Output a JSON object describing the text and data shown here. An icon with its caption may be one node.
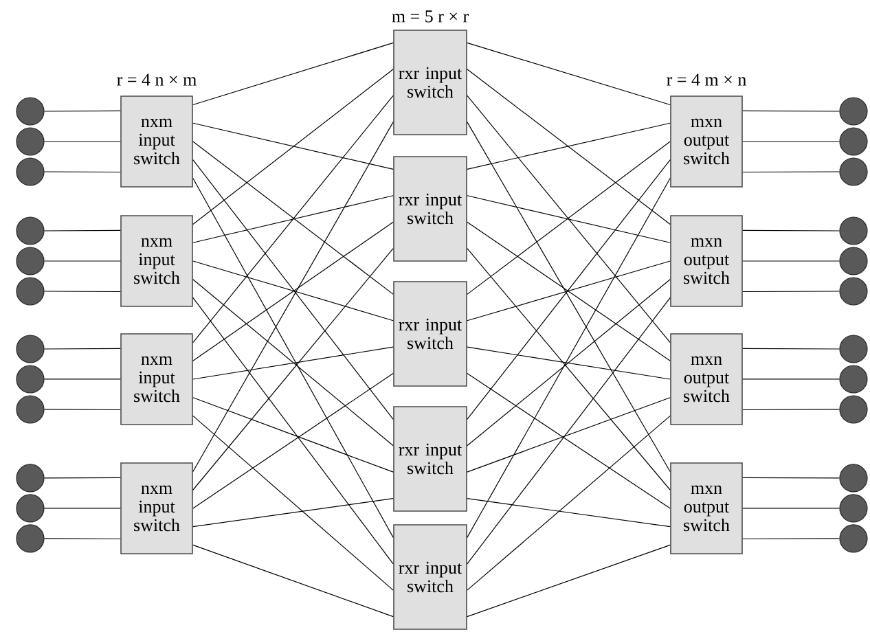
{
  "diagram": {
    "nodes": [
      {
        "text": [],
        "shape": "circle"
      },
      {
        "text": [],
        "shape": "circle"
      },
      {
        "text": [],
        "shape": "circle"
      },
      {
        "text": [],
        "shape": "circle"
      },
      {
        "text": [],
        "shape": "circle"
      },
      {
        "text": [],
        "shape": "circle"
      },
      {
        "text": [],
        "shape": "circle"
      },
      {
        "text": [],
        "shape": "circle"
      },
      {
        "text": [],
        "shape": "circle"
      },
      {
        "text": [],
        "shape": "circle"
      },
      {
        "text": [],
        "shape": "circle"
      },
      {
        "text": [],
        "shape": "circle"
      },
      {
        "text": [
          "nxm input switch"
        ]
      },
      {
        "text": [
          "nxm input switch"
        ]
      },
      {
        "text": [
          "nxm input switch"
        ]
      },
      {
        "text": [
          "nxm input switch"
        ]
      },
      {
        "text": [
          "rxr input switch"
        ]
      },
      {
        "text": [
          "rxr input switch"
        ]
      },
      {
        "text": [
          "rxr input switch"
        ]
      },
      {
        "text": [
          "rxr input switch"
        ]
      },
      {
        "text": [
          "rxr input switch"
        ]
      },
      {
        "text": [
          "mxn output switch"
        ]
      },
      {
        "text": [
          "mxn output switch"
        ]
      },
      {
        "text": [
          "mxn output switch"
        ]
      },
      {
        "text": [
          "mxn output switch"
        ]
      },
      {
        "text": [],
        "shape": "circle"
      },
      {
        "text": [],
        "shape": "circle"
      },
      {
        "text": [],
        "shape": "circle"
      },
      {
        "text": [],
        "shape": "circle"
      },
      {
        "text": [],
        "shape": "circle"
      },
      {
        "text": [],
        "shape": "circle"
      },
      {
        "text": [],
        "shape": "circle"
      },
      {
        "text": [],
        "shape": "circle"
      },
      {
        "text": [],
        "shape": "circle"
      },
      {
        "text": [],
        "shape": "circle"
      },
      {
        "text": [],
        "shape": "circle"
      },
      {
        "text": [],
        "shape": "circle"
      }
    ],
    "edges": [
      {
        "from": 0,
        "to": 12,
        "arrow": "none"
      },
      {
        "from": 1,
        "to": 12,
        "arrow": "none"
      },
      {
        "from": 2,
        "to": 12,
        "arrow": "none"
      },
      {
        "from": 3,
        "to": 13,
        "arrow": "none"
      },
      {
        "from": 4,
        "to": 13,
        "arrow": "none"
      },
      {
        "from": 5,
        "to": 13,
        "arrow": "none"
      },
      {
        "from": 6,
        "to": 14,
        "arrow": "none"
      },
      {
        "from": 7,
        "to": 14,
        "arrow": "none"
      },
      {
        "from": 8,
        "to": 14,
        "arrow": "none"
      },
      {
        "from": 9,
        "to": 15,
        "arrow": "none"
      },
      {
        "from": 10,
        "to": 15,
        "arrow": "none"
      },
      {
        "from": 11,
        "to": 15,
        "arrow": "none"
      },
      {
        "from": 12,
        "to": 16,
        "arrow": "none"
      },
      {
        "from": 12,
        "to": 17,
        "arrow": "none"
      },
      {
        "from": 12,
        "to": 18,
        "arrow": "none"
      },
      {
        "from": 12,
        "to": 19,
        "arrow": "none"
      },
      {
        "from": 12,
        "to": 20,
        "arrow": "none"
      },
      {
        "from": 13,
        "to": 16,
        "arrow": "none"
      },
      {
        "from": 13,
        "to": 17,
        "arrow": "none"
      },
      {
        "from": 13,
        "to": 18,
        "arrow": "none"
      },
      {
        "from": 13,
        "to": 19,
        "arrow": "none"
      },
      {
        "from": 13,
        "to": 20,
        "arrow": "none"
      },
      {
        "from": 14,
        "to": 16,
        "arrow": "none"
      },
      {
        "from": 14,
        "to": 17,
        "arrow": "none"
      },
      {
        "from": 14,
        "to": 18,
        "arrow": "none"
      },
      {
        "from": 14,
        "to": 19,
        "arrow": "none"
      },
      {
        "from": 14,
        "to": 20,
        "arrow": "none"
      },
      {
        "from": 15,
        "to": 16,
        "arrow": "none"
      },
      {
        "from": 15,
        "to": 17,
        "arrow": "none"
      },
      {
        "from": 15,
        "to": 18,
        "arrow": "none"
      },
      {
        "from": 15,
        "to": 19,
        "arrow": "none"
      },
      {
        "from": 15,
        "to": 20,
        "arrow": "none"
      },
      {
        "from": 16,
        "to": 21,
        "arrow": "none"
      },
      {
        "from": 16,
        "to": 22,
        "arrow": "none"
      },
      {
        "from": 16,
        "to": 23,
        "arrow": "none"
      },
      {
        "from": 16,
        "to": 24,
        "arrow": "none"
      },
      {
        "from": 17,
        "to": 21,
        "arrow": "none"
      },
      {
        "from": 17,
        "to": 22,
        "arrow": "none"
      },
      {
        "from": 17,
        "to": 23,
        "arrow": "none"
      },
      {
        "from": 17,
        "to": 24,
        "arrow": "none"
      },
      {
        "from": 18,
        "to": 21,
        "arrow": "none"
      },
      {
        "from": 18,
        "to": 22,
        "arrow": "none"
      },
      {
        "from": 18,
        "to": 23,
        "arrow": "none"
      },
      {
        "from": 18,
        "to": 24,
        "arrow": "none"
      },
      {
        "from": 19,
        "to": 21,
        "arrow": "none"
      },
      {
        "from": 19,
        "to": 22,
        "arrow": "none"
      },
      {
        "from": 19,
        "to": 23,
        "arrow": "none"
      },
      {
        "from": 19,
        "to": 24,
        "arrow": "none"
      },
      {
        "from": 20,
        "to": 21,
        "arrow": "none"
      },
      {
        "from": 20,
        "to": 22,
        "arrow": "none"
      },
      {
        "from": 20,
        "to": 23,
        "arrow": "none"
      },
      {
        "from": 20,
        "to": 24,
        "arrow": "none"
      },
      {
        "from": 21,
        "to": 25,
        "arrow": "none"
      },
      {
        "from": 21,
        "to": 26,
        "arrow": "none"
      },
      {
        "from": 21,
        "to": 27,
        "arrow": "none"
      },
      {
        "from": 22,
        "to": 28,
        "arrow": "none"
      },
      {
        "from": 22,
        "to": 29,
        "arrow": "none"
      },
      {
        "from": 22,
        "to": 30,
        "arrow": "none"
      },
      {
        "from": 23,
        "to": 31,
        "arrow": "none"
      },
      {
        "from": 23,
        "to": 32,
        "arrow": "none"
      },
      {
        "from": 23,
        "to": 33,
        "arrow": "none"
      },
      {
        "from": 24,
        "to": 34,
        "arrow": "none"
      },
      {
        "from": 24,
        "to": 35,
        "arrow": "none"
      },
      {
        "from": 24,
        "to": 36,
        "arrow": "none"
      }
    ],
    "labels": [
      "m = 5 r × r",
      "r = 4 n × m",
      "r = 4 m × n"
    ]
  }
}
